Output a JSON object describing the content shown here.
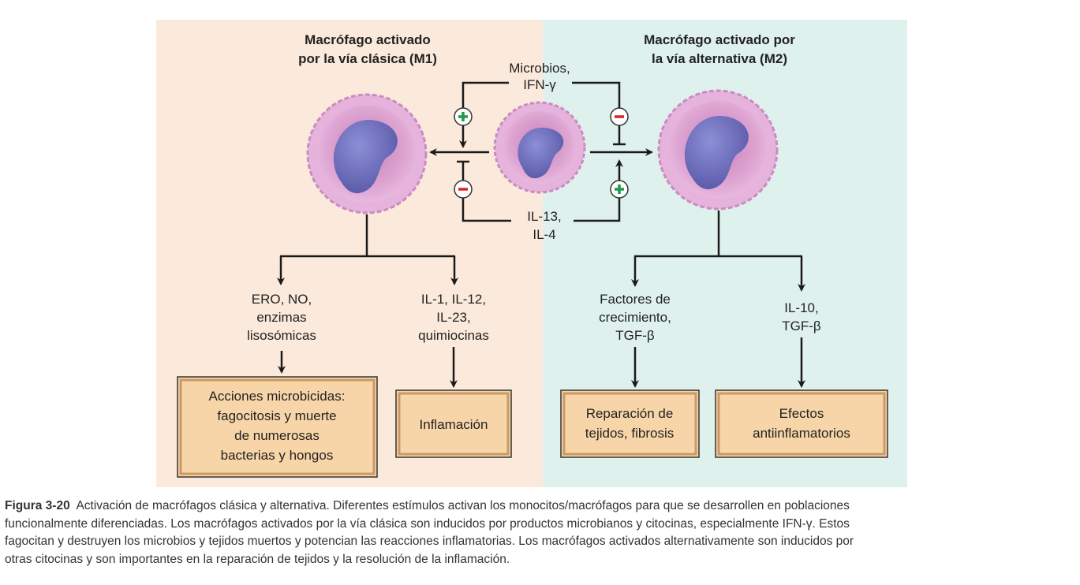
{
  "m1": {
    "title": [
      "Macrófago activado",
      "por la vía clásica (M1)"
    ]
  },
  "m2": {
    "title": [
      "Macrófago activado por",
      "la vía alternativa (M2)"
    ]
  },
  "stimuli": {
    "top": [
      "Microbios,",
      "IFN-γ"
    ],
    "bottom": [
      "IL-13,",
      "IL-4"
    ]
  },
  "m1_products": [
    {
      "label": [
        "ERO, NO,",
        "enzimas",
        "lisosómicas"
      ],
      "effect": [
        "Acciones microbicidas:",
        "fagocitosis y muerte",
        "de numerosas",
        "bacterias y hongos"
      ]
    },
    {
      "label": [
        "IL-1, IL-12,",
        "IL-23,",
        "quimiocinas"
      ],
      "effect": [
        "Inflamación"
      ]
    }
  ],
  "m2_products": [
    {
      "label": [
        "Factores de",
        "crecimiento,",
        "TGF-β"
      ],
      "effect": [
        "Reparación de",
        "tejidos, fibrosis"
      ]
    },
    {
      "label": [
        "IL-10,",
        "TGF-β"
      ],
      "effect": [
        "Efectos",
        "antiinflamatorios"
      ]
    }
  ],
  "colors": {
    "m1_bg": "#fbeadb",
    "m2_bg": "#dff1ed",
    "plus": "#1f9a4a",
    "minus": "#d8232a"
  },
  "caption": {
    "figure": "Figura 3-20",
    "lines": [
      "Activación de macrófagos clásica y alternativa. Diferentes estímulos activan los monocitos/macrófagos para que se desarrollen en poblaciones",
      "funcionalmente diferenciadas. Los macrófagos activados por la vía clásica son inducidos por productos microbianos y citocinas, especialmente IFN-γ. Estos",
      "fagocitan y destruyen los microbios y tejidos muertos y potencian las reacciones inflamatorias. Los macrófagos activados alternativamente son inducidos por",
      "otras citocinas y son importantes en la reparación de tejidos y la resolución de la inflamación."
    ]
  }
}
